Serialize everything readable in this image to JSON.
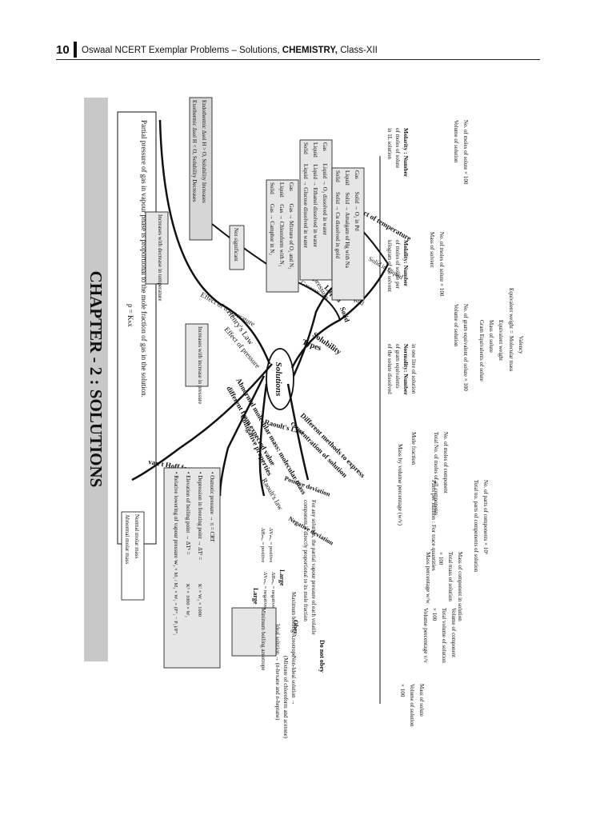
{
  "header": {
    "page_number": "10",
    "text_pre": "Oswaal NCERT Exemplar Problems – Solutions,",
    "subject": "CHEMISTRY,",
    "class": "Class-XII"
  },
  "chapter_title": "CHAPTER - 2 : SOLUTIONS",
  "center": "Solutions",
  "henry": {
    "branch": "Henry's Law",
    "statement": "Partial pressure of gas in vapour phase is proportional to the mole fraction of gas in the solution.",
    "formula": "p = Kₕx"
  },
  "solubility": {
    "branch": "Solubility",
    "gas_in_liquid": "Gas in Liquid",
    "effect_pressure_gas": "Effect of pressure",
    "increases_pressure": "Increases with increase in pressure",
    "effect_temperature_gas": "Effect of temperature",
    "decrease_temperature": "Increases with decrease in temperature",
    "solid_in_liquid": "Solid in Liquid",
    "effect_pressure_solid": "Effect of pressure",
    "not_significant": "Not significant",
    "effect_temperature_solid": "Effect of temperature",
    "endothermic": "Endothermic Δsol H > O, Solubility Increases",
    "exothermic": "Exothermic Δsol H < O, Solubility Decreases"
  },
  "types": {
    "branch": "Types",
    "gaseous": "Gaseous",
    "liquid": "Liquid",
    "solid": "Solid",
    "gaseous_rows": [
      "Gas   Gas → Mixture of O₂ and N₂",
      "Liquid  Gas → Chloroform with N₂",
      "Solid   Gas → Camphor in N₂"
    ],
    "liquid_rows": [
      "Gas   Liquid → O₂ dissolved in water",
      "Liquid  Liquid → Ethanol dissolved in water",
      "Solid   Liquid → Glucose dissolved in water"
    ],
    "solid_rows": [
      "Gas   Solid → O₂ in Pd",
      "Liquid  Solid → Amalgam of Hg with Na",
      "Solid   Solid → Cu dissolved in gold"
    ]
  },
  "abnormal": {
    "branch_line1": "Abnormal molecular mass: molecular mass",
    "branch_line2": "different from expected value",
    "vant_hoff": "van't Hoff factor (i)",
    "i_num": "Normal molar mass",
    "i_den": "Abnormal molar mass",
    "i_eq": "i ="
  },
  "colligative": {
    "branch": "Colligative properties",
    "items": [
      "• Osmotic pressure → π = CRT",
      "• Depression in freezing point → ΔTᶠ =",
      "• Elevation of boiling point → ΔTᵇ =",
      "• Relative lowering of vapour pressure →"
    ],
    "freezing_num": "Kᶠ × W₂ × 1000",
    "freezing_den": "M₂ × W₁",
    "boiling_num": "Kᵇ × 1000 × W₂",
    "boiling_den": "M₂ × W₁",
    "rlvp": "W₂ × M₁ / M₂ × W₁ = (P°₁ − P₁)/P°₁"
  },
  "raoult": {
    "branch": "Raoult's Law",
    "raoults_law": "Raoult's law",
    "statement_line1": "For any solution, the partial vapour pressure of each volatile",
    "statement_line2": "component is directly proportional to its mole fraction",
    "obey": "Obey",
    "do_not_obey": "Do not obey",
    "ideal": "Ideal solution → (n-hexane and n-heptane)",
    "non_ideal_line1": "Non-Ideal solution →",
    "non_ideal_line2": "(Mixture of chloroform and acetone)",
    "positive_deviation": "Positive deviation",
    "negative_deviation": "Negative deviation",
    "pos_conditions": [
      "ΔVₘᵢₓ = positive",
      "ΔHₘᵢₓ = positive"
    ],
    "neg_conditions": [
      "ΔHₘᵢₓ = negative",
      "ΔVₘᵢₓ = negative"
    ],
    "large1": "Large",
    "large2": "Large",
    "min_azeotrope": "Minimum boiling azeotrope",
    "max_azeotrope": "Maximum boiling Azeotrope"
  },
  "concentration": {
    "branch_line1": "Different methods to express",
    "branch_line2": "concentration of solution",
    "mass_by_volume": "Mass by volume percentage (w/v)",
    "mbv_num": "Mass of solute",
    "mbv_den": "Volume of solution",
    "mbv_mult": "× 100",
    "volume_pct": "Volume percentage v/v",
    "vp_num": "Volume of component",
    "vp_den": "Total volume of solution",
    "vp_mult": "× 100",
    "mass_pct": "Mass percentage w/w",
    "mp_num": "Mass of component in solution",
    "mp_den": "Total mass of solution",
    "mp_mult": "× 100",
    "ppm": "Parts per million : For trace quantities",
    "ppm_num": "No. of parts of components × 10⁶",
    "ppm_den": "Total no. parts of components of solution",
    "mole_fraction": "Mole fraction",
    "mf_num": "No. of moles of component",
    "mf_den": "Total No. of moles of all components",
    "normality_line1": "Normality: Number",
    "normality_line2": "of gram equivalents",
    "normality_line3": "of the solute dissolved",
    "normality_line4": "in one litre of solution",
    "n_num": "No. of gram equivalent of solute × 100",
    "n_den": "Volume of solution",
    "geq_label": "Gram Equivalents of solute",
    "geq_num": "Mass of solute",
    "geq_den": "Equivalent weight",
    "eqw_label": "Equivalent weight =",
    "eqw_num": "Molecular mass",
    "eqw_den": "Valency",
    "molality_line1": "Molality: Number",
    "molality_line2": "of moles of solute per",
    "molality_line3": "kilogram of the solvent",
    "m_num": "No. of moles of solute × 100",
    "m_den": "Mass of solvent",
    "molarity_line1": "Molarity : Number",
    "molarity_line2": "of moles of solute",
    "molarity_line3": "in 1L solution",
    "M_num": "No. of moles of solute × 100",
    "M_den": "Volume of solution"
  }
}
